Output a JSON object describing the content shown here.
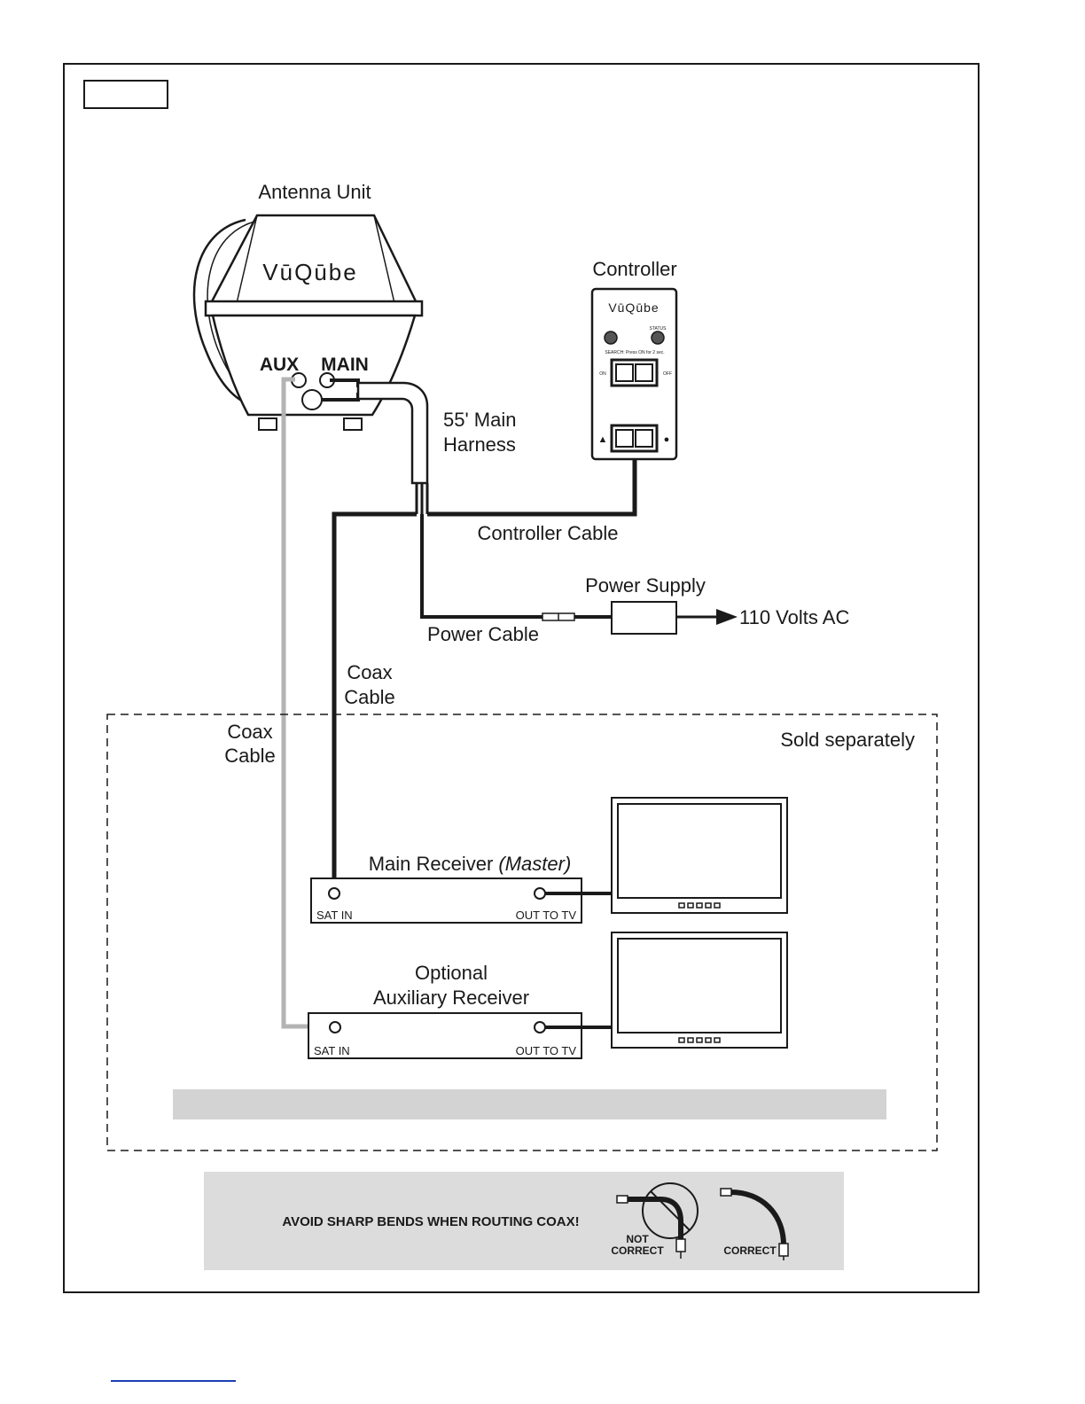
{
  "brand": "VūQūbe",
  "antenna": {
    "title": "Antenna Unit",
    "aux_label": "AUX",
    "main_label": "MAIN"
  },
  "controller": {
    "title": "Controller",
    "status_label": "STATUS",
    "search_text": "SEARCH: Press ON for 2 sec.",
    "on_label": "ON",
    "off_label": "OFF",
    "up_symbol": "▲",
    "dot_symbol": "●"
  },
  "cables": {
    "harness_line1": "55' Main",
    "harness_line2": "Harness",
    "controller_cable": "Controller Cable",
    "power_supply": "Power Supply",
    "volts": "110 Volts AC",
    "power_cable": "Power Cable",
    "coax_main_line1": "Coax",
    "coax_main_line2": "Cable",
    "coax_aux_line1": "Coax",
    "coax_aux_line2": "Cable"
  },
  "sold_separately": "Sold separately",
  "main_receiver": {
    "title": "Main Receiver ",
    "title_italic": "(Master)",
    "sat_in": "SAT IN",
    "out_to_tv": "OUT TO TV"
  },
  "aux_receiver": {
    "title_line1": "Optional",
    "title_line2": "Auxiliary Receiver",
    "sat_in": "SAT IN",
    "out_to_tv": "OUT TO TV"
  },
  "warning": {
    "text": "AVOID SHARP BENDS WHEN ROUTING COAX!",
    "not_line1": "NOT",
    "not_line2": "CORRECT",
    "correct": "CORRECT"
  },
  "colors": {
    "line": "#1a1a1a",
    "aux_coax": "#b3b3b3",
    "gray_bar": "#d3d3d3",
    "banner_bg": "#dcdcdc"
  }
}
